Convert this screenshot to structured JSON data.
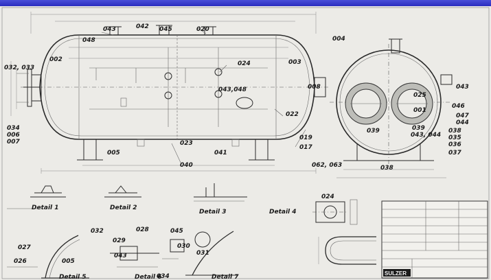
{
  "drawing": {
    "tags": {
      "t004": "004",
      "t048": "048",
      "t043": "043",
      "t042": "042",
      "t045": "045",
      "t020": "020",
      "t032_033": "032, 033",
      "t002": "002",
      "t024": "024",
      "t003": "003",
      "t034": "034",
      "t006": "006",
      "t007": "007",
      "t023": "023",
      "t005": "005",
      "t041": "041",
      "t040": "040",
      "t019": "019",
      "t043_048": "043,048",
      "t022": "022",
      "t017": "017",
      "t025": "025",
      "t001": "001",
      "t039": "039",
      "t043_044": "043, 044",
      "t038": "038",
      "t035": "035",
      "t036": "036",
      "t037": "037",
      "t046": "046",
      "t047": "047",
      "t044": "044",
      "t062_063": "062, 063",
      "t008": "008",
      "t026": "026",
      "t005b": "005",
      "t027": "027",
      "t029": "029",
      "t028": "028",
      "t024b": "024",
      "t030": "030",
      "t031": "031",
      "t034b": "034",
      "t043b": "043",
      "t045b": "045",
      "t032b": "032"
    },
    "details": {
      "detail_1": "Detail 1",
      "detail_2": "Detail 2",
      "detail_3": "Detail 3",
      "detail_4": "Detail 4",
      "detail_5": "Detail 5",
      "detail_6": "Detail 6",
      "detail_7": "Detail 7"
    },
    "title_block": {
      "company": "SULZER"
    }
  }
}
